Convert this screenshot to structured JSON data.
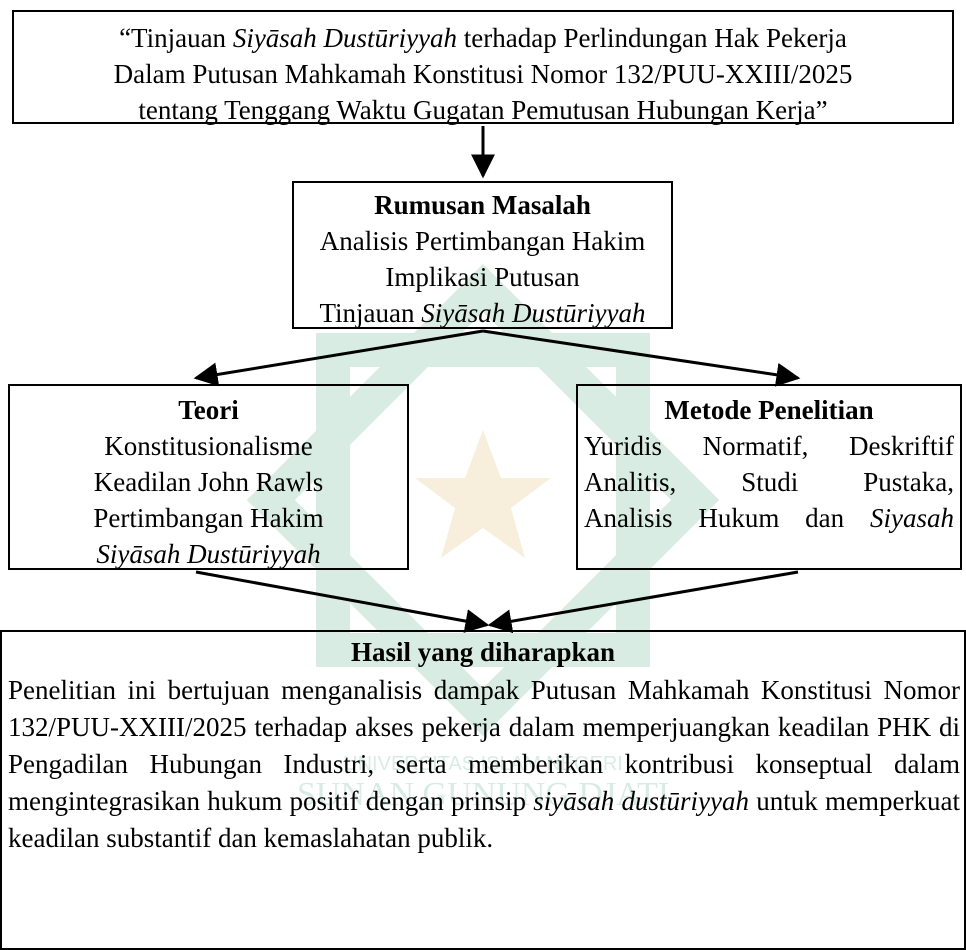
{
  "title": {
    "open_quote": "“",
    "p1": "Tinjauan ",
    "p1_italic": "Siyāsah Dustūriyyah",
    "p1_rest": " terhadap Perlindungan Hak Pekerja",
    "line2": "Dalam Putusan Mahkamah Konstitusi Nomor 132/PUU-XXIII/2025",
    "line3": "tentang Tenggang Waktu Gugatan Pemutusan Hubungan Kerja”"
  },
  "problem": {
    "heading": "Rumusan Masalah",
    "item1": "Analisis Pertimbangan Hakim",
    "item2": "Implikasi Putusan",
    "item3_plain": "Tinjauan ",
    "item3_italic": "Siyāsah Dustūriyyah"
  },
  "theory": {
    "heading": "Teori",
    "item1": "Konstitusionalisme",
    "item2": "Keadilan John Rawls",
    "item3": "Pertimbangan Hakim",
    "item4_italic": "Siyāsah Dustūriyyah"
  },
  "method": {
    "heading": "Metode Penelitian",
    "line1": "Yuridis Normatif, Deskriftif",
    "line2": "Analitis, Studi Pustaka,",
    "line3_plain": "Analisis Hukum dan ",
    "line3_italic": "Siyasah"
  },
  "result": {
    "heading": "Hasil yang diharapkan",
    "text_a": "Penelitian ini bertujuan menganalisis dampak Putusan Mahkamah Konstitusi Nomor 132/PUU-XXIII/2025 terhadap akses pekerja dalam memperjuangkan keadilan PHK di Pengadilan Hubungan Industri, serta memberikan kontribusi konseptual dalam mengintegrasikan hukum positif dengan prinsip ",
    "text_italic": "siyāsah dustūriyyah",
    "text_b": " untuk memperkuat keadilan substantif dan kemaslahatan publik."
  },
  "watermark": {
    "text_line1": "UNIVERSITAS ISLAM NEGERI",
    "text_line2": "SUNAN GUNUNG DJATI",
    "color_green": "#2f9b6b",
    "color_gold": "#d9a441"
  }
}
